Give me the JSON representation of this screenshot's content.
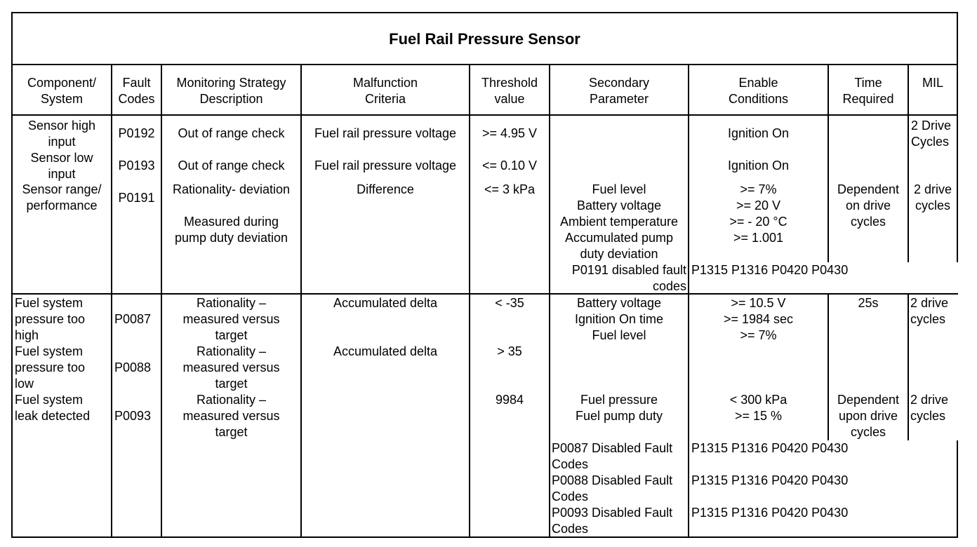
{
  "title": "Fuel Rail Pressure Sensor",
  "headers": {
    "component": "Component/\nSystem",
    "fault_codes": "Fault\nCodes",
    "strategy": "Monitoring Strategy\nDescription",
    "criteria": "Malfunction\nCriteria",
    "threshold": "Threshold\nvalue",
    "secondary": "Secondary\nParameter",
    "enable": "Enable\nConditions",
    "time": "Time\nRequired",
    "mil": "MIL"
  },
  "section1": {
    "row_high": {
      "component": "Sensor high\ninput",
      "code": "P0192",
      "strategy": "Out of range check",
      "criteria": "Fuel rail pressure voltage",
      "threshold": ">= 4.95 V",
      "enable": "Ignition On",
      "mil": "2 Drive\nCycles"
    },
    "row_low": {
      "component": "Sensor low\ninput",
      "code": "P0193",
      "strategy": "Out of range check",
      "criteria": "Fuel rail pressure voltage",
      "threshold": "<= 0.10 V",
      "enable": "Ignition On"
    },
    "row_range": {
      "component": "Sensor range/\nperformance",
      "code": "P0191",
      "strategy": "Rationality- deviation",
      "strategy_note": "Measured during\npump duty deviation",
      "criteria": "Difference",
      "threshold": "<= 3 kPa",
      "secondary": "Fuel level\nBattery voltage\nAmbient temperature\nAccumulated pump\nduty deviation",
      "enable": ">= 7%\n>= 20 V\n>= - 20 °C\n>= 1.001",
      "time": "Dependent\non drive\ncycles",
      "mil": "2 drive\ncycles",
      "disabled_label": "P0191 disabled fault\ncodes",
      "disabled_codes": "P1315 P1316 P0420 P0430"
    }
  },
  "section2": {
    "row_high": {
      "component": "Fuel system\npressure too\nhigh",
      "code": "P0087",
      "strategy": "Rationality –\nmeasured versus\ntarget",
      "criteria": "Accumulated delta",
      "threshold": "< -35",
      "secondary": "Battery voltage\nIgnition On time\nFuel level",
      "enable": ">= 10.5 V\n>= 1984 sec\n>= 7%",
      "time": "25s",
      "mil": "2 drive\ncycles"
    },
    "row_low": {
      "component": "Fuel system\npressure too\nlow",
      "code": "P0088",
      "strategy": "Rationality –\nmeasured versus\ntarget",
      "criteria": "Accumulated delta",
      "threshold": "> 35"
    },
    "row_leak": {
      "component": "Fuel system\nleak detected",
      "code": "P0093",
      "strategy": "Rationality –\nmeasured versus\ntarget",
      "threshold": "9984",
      "secondary": "Fuel pressure\nFuel pump duty",
      "enable": "< 300 kPa\n>= 15 %",
      "time": "Dependent\nupon drive\ncycles",
      "mil": "2 drive\ncycles"
    },
    "disabled": [
      {
        "label": "P0087 Disabled Fault\nCodes",
        "codes": "P1315 P1316 P0420 P0430"
      },
      {
        "label": "P0088 Disabled Fault\nCodes",
        "codes": "P1315 P1316 P0420 P0430"
      },
      {
        "label": "P0093 Disabled Fault\nCodes",
        "codes": "P1315 P1316 P0420 P0430"
      }
    ]
  }
}
